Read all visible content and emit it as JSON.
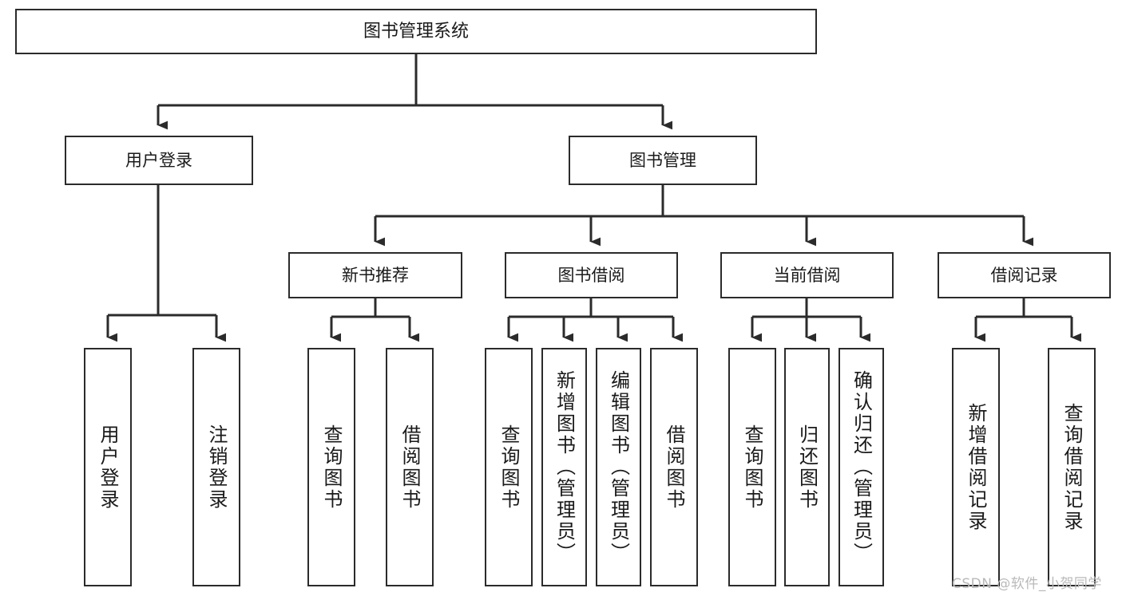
{
  "diagram": {
    "title": "图书管理系统",
    "type": "hierarchy-tree",
    "watermark": "CSDN @软件_小贺同学",
    "colors": {
      "stroke": "#2b2b2b",
      "fill": "#ffffff",
      "text": "#1a1a1a",
      "watermark": "#b9b9b9"
    },
    "nodes": {
      "root": {
        "label": "图书管理系统"
      },
      "level2": [
        {
          "label": "用户登录"
        },
        {
          "label": "图书管理"
        }
      ],
      "level3": [
        {
          "label": "新书推荐"
        },
        {
          "label": "图书借阅"
        },
        {
          "label": "当前借阅"
        },
        {
          "label": "借阅记录"
        }
      ],
      "leaves": {
        "user_login": [
          {
            "label": "用户登录"
          },
          {
            "label": "注销登录"
          }
        ],
        "new_book_rec": [
          {
            "label": "查询图书"
          },
          {
            "label": "借阅图书"
          }
        ],
        "book_borrow": [
          {
            "label": "查询图书"
          },
          {
            "label": "新增图书（管理员）"
          },
          {
            "label": "编辑图书（管理员）"
          },
          {
            "label": "借阅图书"
          }
        ],
        "current_borrow": [
          {
            "label": "查询图书"
          },
          {
            "label": "归还图书"
          },
          {
            "label": "确认归还（管理员）"
          }
        ],
        "borrow_record": [
          {
            "label": "新增借阅记录"
          },
          {
            "label": "查询借阅记录"
          }
        ]
      }
    }
  }
}
